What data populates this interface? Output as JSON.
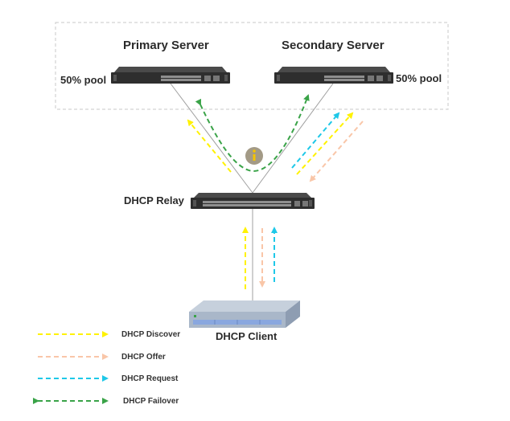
{
  "servers": {
    "primary_title": "Primary Server",
    "secondary_title": "Secondary Server",
    "primary_pool": "50% pool",
    "secondary_pool": "50% pool"
  },
  "relay": {
    "label": "DHCP Relay"
  },
  "client": {
    "label": "DHCP Client"
  },
  "info_icon": "info-icon",
  "legend": [
    {
      "label": "DHCP Discover",
      "color": "#fff200"
    },
    {
      "label": "DHCP Offer",
      "color": "#f9c6a8"
    },
    {
      "label": "DHCP Request",
      "color": "#1ec8e8"
    },
    {
      "label": "DHCP Failover",
      "color": "#3aa348"
    }
  ],
  "colors": {
    "discover": "#fff200",
    "offer": "#f9c6a8",
    "request": "#1ec8e8",
    "failover": "#3aa348",
    "device": "#2e2e2e",
    "client_body": "#a9b7c9",
    "client_face": "#89a7df",
    "info_badge": "#a39a86"
  }
}
